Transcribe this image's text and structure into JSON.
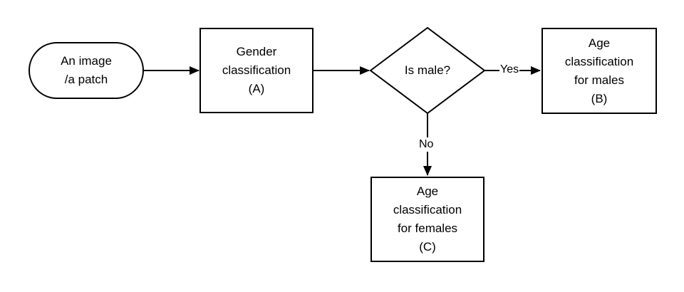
{
  "colors": {
    "background": "#ffffff",
    "stroke": "#000000",
    "text": "#000000",
    "node_fill": "#ffffff"
  },
  "nodes": {
    "start": {
      "shape": "stadium",
      "label": "An image\n/a patch"
    },
    "gender": {
      "shape": "process",
      "label": "Gender\nclassification\n(A)"
    },
    "decision": {
      "shape": "decision",
      "label": "Is male?"
    },
    "age_males": {
      "shape": "process",
      "label": "Age\nclassification\nfor males\n(B)"
    },
    "age_females": {
      "shape": "process",
      "label": "Age\nclassification\nfor females\n(C)"
    }
  },
  "edges": [
    {
      "from": "start",
      "to": "gender",
      "label": ""
    },
    {
      "from": "gender",
      "to": "decision",
      "label": ""
    },
    {
      "from": "decision",
      "to": "age_males",
      "label": "Yes"
    },
    {
      "from": "decision",
      "to": "age_females",
      "label": "No"
    }
  ]
}
